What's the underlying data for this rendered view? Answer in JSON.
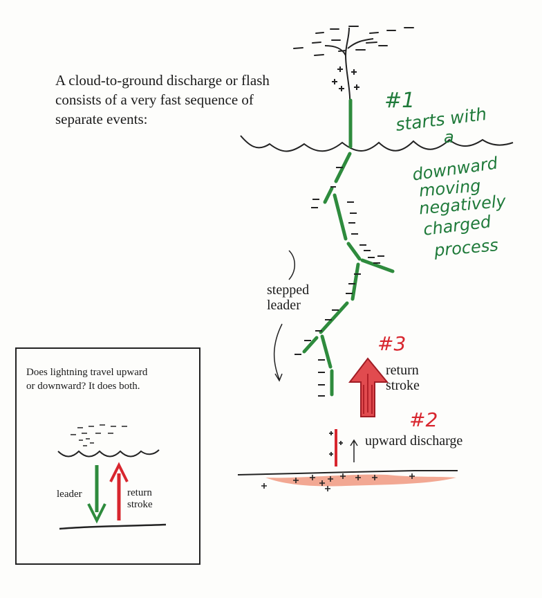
{
  "intro_text": {
    "line1": "A cloud-to-ground discharge or flash",
    "line2": "consists of a very fast sequence of",
    "line3": "separate events:"
  },
  "step1": {
    "number": "#1",
    "lines": [
      "starts with",
      "a",
      "downward",
      "moving",
      "negatively",
      "charged",
      "process"
    ]
  },
  "stepped_leader": {
    "line1": "stepped",
    "line2": "leader"
  },
  "step3": {
    "number": "#3",
    "line1": "return",
    "line2": "stroke"
  },
  "step2": {
    "number": "#2",
    "label": "upward discharge"
  },
  "inset": {
    "question_line1": "Does lightning travel upward",
    "question_line2": "or downward?  It does both.",
    "leader_label": "leader",
    "return_line1": "return",
    "return_line2": "stroke"
  },
  "colors": {
    "leader_green": "#2e8b3d",
    "return_red": "#d8262e",
    "ground_orange": "#ec7b5a"
  }
}
